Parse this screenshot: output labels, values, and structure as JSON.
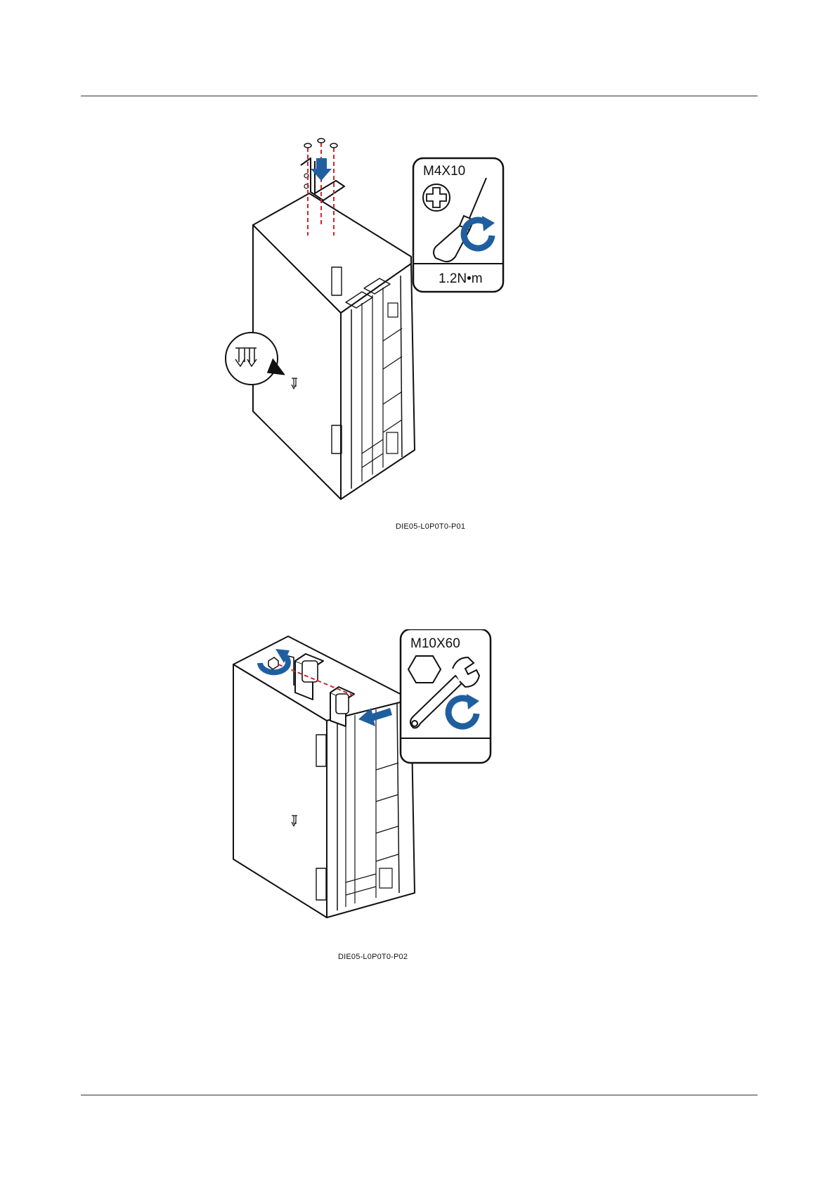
{
  "figures": [
    {
      "spec_label": "M4X10",
      "torque_label": "1.2N•m",
      "caption": "DIE05-L0P0T0-P01"
    },
    {
      "spec_label": "M10X60",
      "caption": "DIE05-L0P0T0-P02"
    }
  ],
  "colors": {
    "accent_blue": "#1f5fa0",
    "guide_red": "#d0282b",
    "line": "#111111"
  }
}
